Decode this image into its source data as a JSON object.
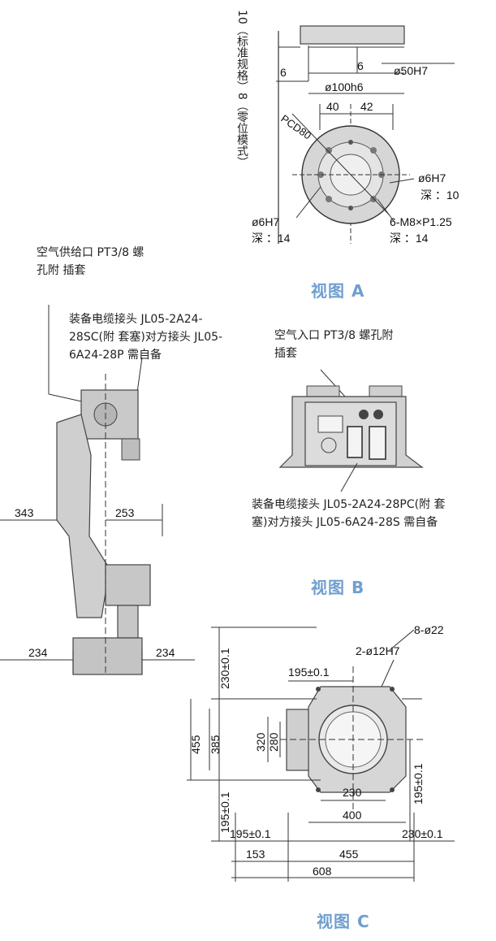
{
  "view_a": {
    "caption": "视图 A",
    "vertical_note": "10（标准规格）8（零位模式）",
    "dims": {
      "d6_left": "6",
      "d6_inner": "6",
      "phi50": "ø50H7",
      "phi100": "ø100h6",
      "d40": "40",
      "d42": "42",
      "pcd": "PCD80",
      "phi6_right": "ø6H7",
      "depth10": "深 ：10",
      "phi6_left": "ø6H7",
      "depth14_left": "深 ：14",
      "m8": "6-M8×P1.25",
      "depth14_right": "深 ：14"
    }
  },
  "view_b": {
    "caption": "视图 B",
    "air_inlet": "空气入口 PT3/8  螺孔附 插套",
    "cable": "装备电缆接头 JL05-2A24-28PC(附 套塞)对方接头 JL05-6A24-28S 需自备"
  },
  "side_view": {
    "air_supply": "空气供给口 PT3/8 螺孔附 插套",
    "cable": "装备电缆接头 JL05-2A24-28SC(附 套塞)对方接头 JL05-6A24-28P 需自备",
    "dims": {
      "d343": "343",
      "d253": "253",
      "d234_left": "234",
      "d234_right": "234"
    }
  },
  "view_c": {
    "caption": "视图 C",
    "dims": {
      "holes8": "8-ø22",
      "holes2": "2-ø12H7",
      "d195_top": "195±0.1",
      "d230_left_top": "230±0.1",
      "d455_v": "455",
      "d385": "385",
      "d320": "320",
      "d280": "280",
      "d195_left_bottom": "195±0.1",
      "d195_right": "195±0.1",
      "d230_h": "230",
      "d400": "400",
      "d195_bottom": "195±0.1",
      "d230_bottom_right": "230±0.1",
      "d153": "153",
      "d455_h": "455",
      "d608": "608"
    }
  }
}
